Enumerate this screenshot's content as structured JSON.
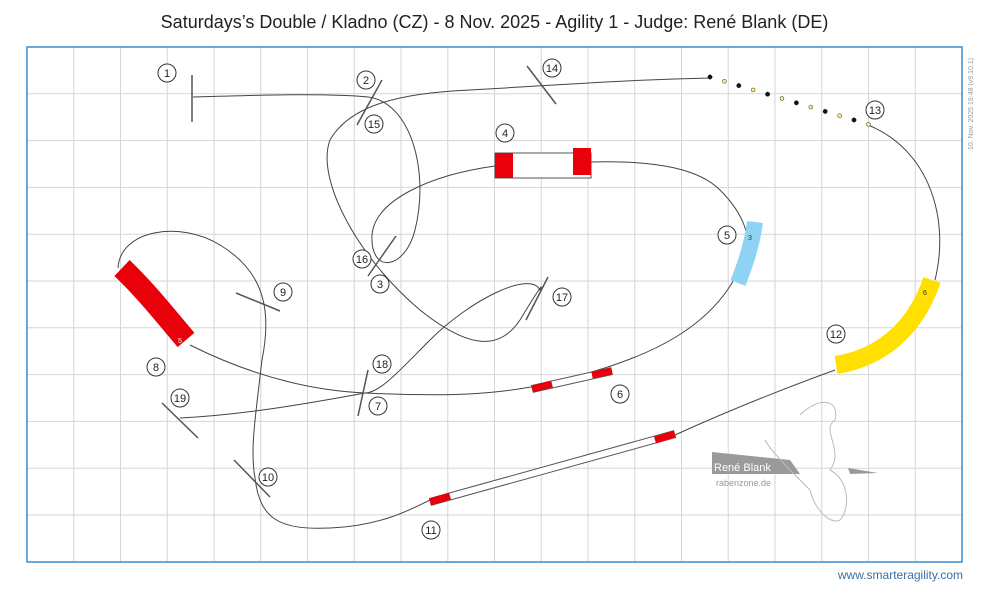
{
  "title": "Saturdays’s Double / Kladno (CZ) - 8 Nov. 2025 - Agility 1 - Judge: René Blank (DE)",
  "timestamp": "10. Nov. 2025 19:48 (v9.10.1)",
  "website": "www.smarteragility.com",
  "watermark": {
    "name": "René Blank",
    "site": "rabenzone.de"
  },
  "obstacle_numbers": [
    "1",
    "2",
    "3",
    "4",
    "5",
    "6",
    "7",
    "8",
    "9",
    "10",
    "11",
    "12",
    "13",
    "14",
    "15",
    "16",
    "17",
    "18",
    "19"
  ],
  "tunnel_labels": {
    "red": "5",
    "blue": "3",
    "yellow": "6"
  },
  "colors": {
    "tunnel_red": "#e8000b",
    "tunnel_blue": "#8fd3f4",
    "tunnel_yellow": "#ffe000",
    "border": "#3a8ccf"
  }
}
